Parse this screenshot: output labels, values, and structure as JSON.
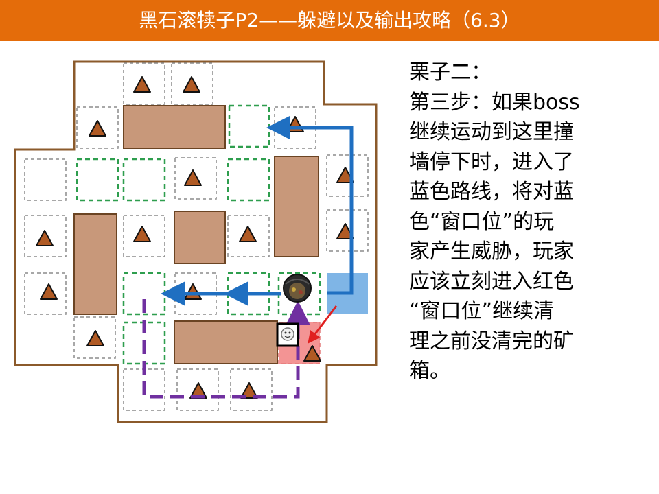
{
  "slide": {
    "title": "黑石滚犊子P2——躲避以及输出攻略（6.3）",
    "description_lines": [
      "栗子二：",
      "第三步：如果boss",
      "继续运动到这里撞",
      "墙停下时，进入了",
      "蓝色路线，将对蓝",
      "色“窗口位”的玩",
      "家产生威胁，玩家",
      "应该立刻进入红色",
      "“窗口位”继续清",
      "理之前没清完的矿",
      "箱。"
    ]
  },
  "colors": {
    "title_bar": "#e46c0a",
    "arena_border": "#8b5a2b",
    "pillar": "#c8987a",
    "ore_triangle": "#b05a24",
    "blue_route": "#1f6fc1",
    "purple_route": "#7030a0",
    "green_window": "#2e9e4e",
    "blue_window": "#7fb5e6",
    "red_window": "#f39494",
    "red_arrow": "#e02020"
  },
  "icons": {
    "boss": "boss-token-icon",
    "player": "player-token-icon",
    "ore": "ore-crate-triangle-icon"
  }
}
